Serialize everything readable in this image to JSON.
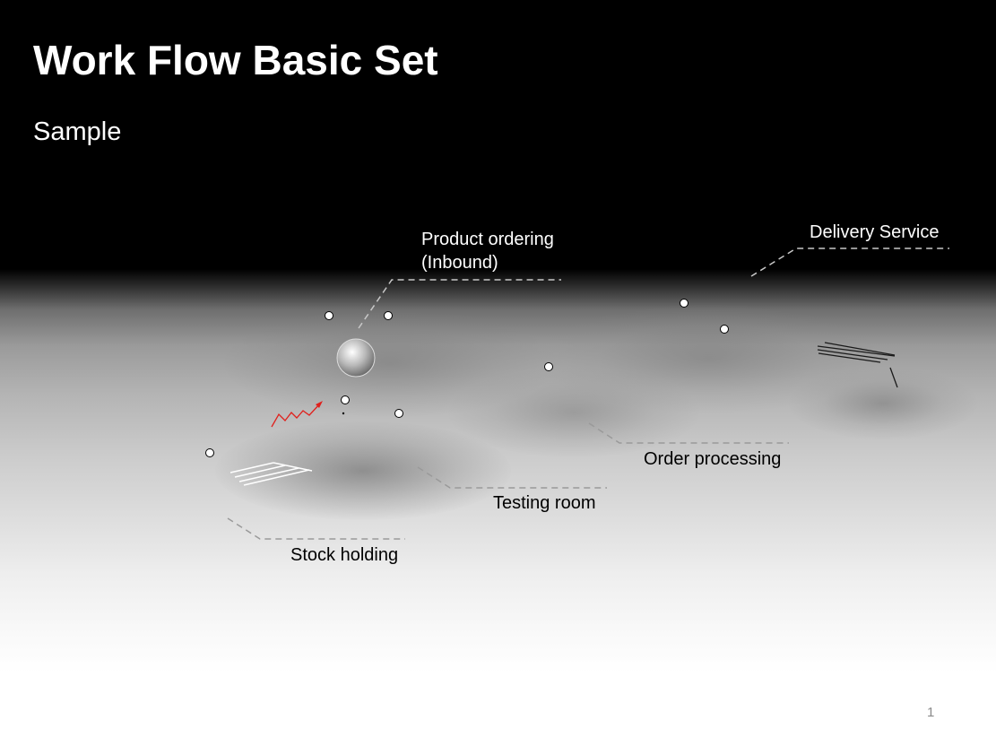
{
  "slide": {
    "title": "Work Flow Basic Set",
    "subtitle": "Sample",
    "page_number": "1"
  },
  "labels": {
    "product_ordering": [
      "Product ordering",
      "(Inbound)"
    ],
    "delivery_service": "Delivery Service",
    "order_processing": "Order processing",
    "testing_room": "Testing room",
    "stock_holding": "Stock holding"
  },
  "colors": {
    "background_top": "#000000",
    "background_bottom": "#ffffff",
    "leader_line": "#9a9a9a",
    "leader_line_on_dark": "#c8c8c8",
    "arrow_accent": "#e0201c"
  }
}
